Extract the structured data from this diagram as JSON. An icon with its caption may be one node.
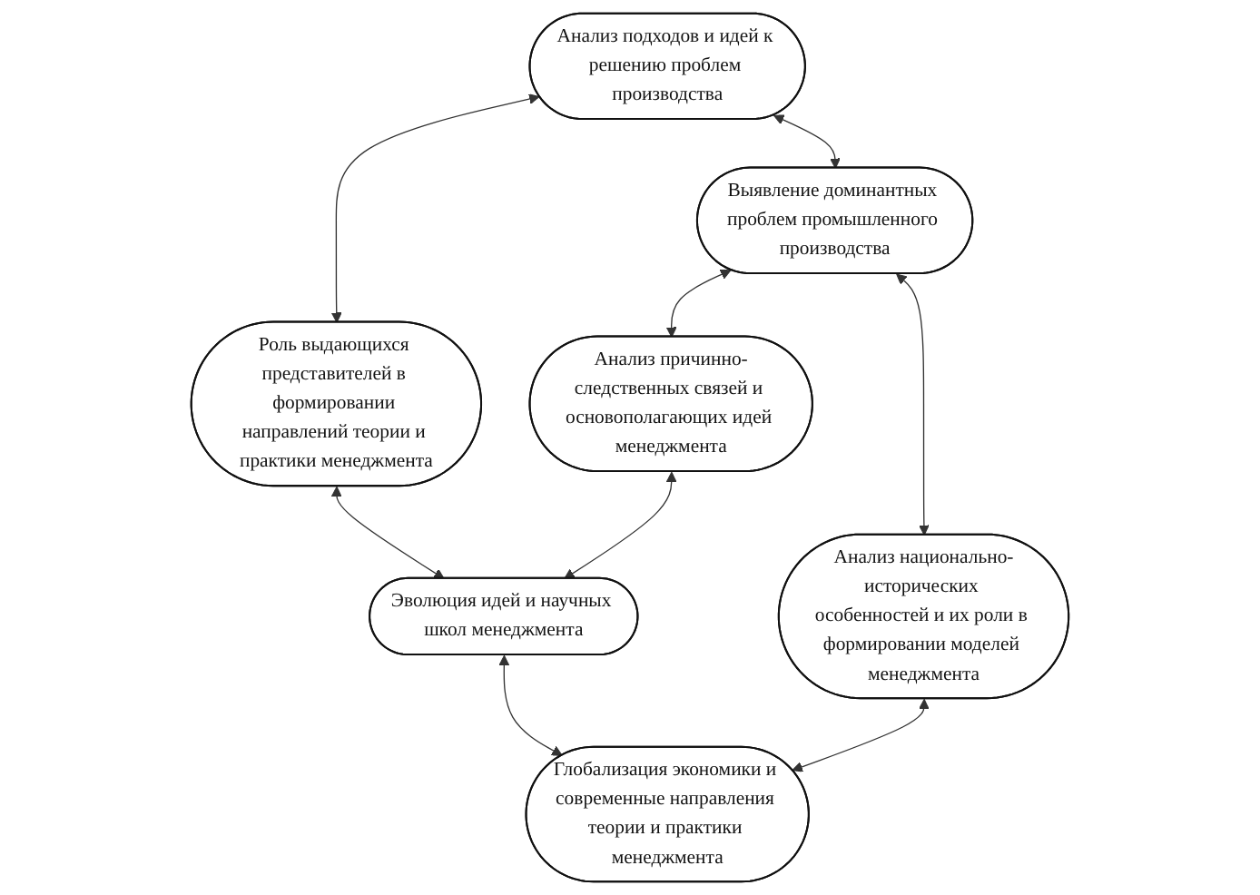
{
  "diagram": {
    "nodes": [
      {
        "text": [
          "Анализ подходов и идей к решению проблем производства"
        ]
      },
      {
        "text": [
          "Роль выдающихся представителей в формировании направлений теории и практики менеджмента"
        ]
      },
      {
        "text": [
          "Выявление доминантных проблем промышленного производства"
        ]
      },
      {
        "text": [
          "Анализ причинно-следственных связей и основополагающих идей менеджмента"
        ]
      },
      {
        "text": [
          "Эволюция идей и научных школ менеджмента"
        ]
      },
      {
        "text": [
          "Анализ национально-исторических особенностей и их роли в формировании моделей менеджмента"
        ]
      },
      {
        "text": [
          "Глобализация экономики и современные направления теории и практики менеджмента"
        ]
      }
    ],
    "edges": [
      {
        "from": 0,
        "to": 1,
        "arrow": "both"
      },
      {
        "from": 0,
        "to": 2,
        "arrow": "both"
      },
      {
        "from": 1,
        "to": 4,
        "arrow": "both"
      },
      {
        "from": 2,
        "to": 3,
        "arrow": "both"
      },
      {
        "from": 3,
        "to": 4,
        "arrow": "both"
      },
      {
        "from": 2,
        "to": 5,
        "arrow": "both"
      },
      {
        "from": 4,
        "to": 6,
        "arrow": "both"
      },
      {
        "from": 5,
        "to": 6,
        "arrow": "both"
      }
    ]
  }
}
